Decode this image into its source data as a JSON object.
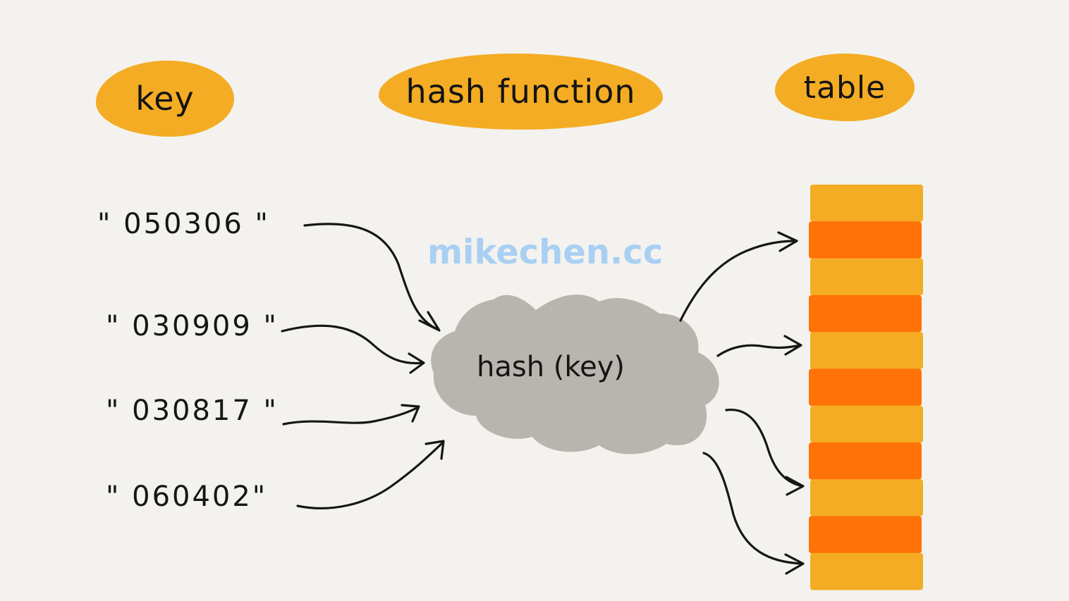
{
  "headers": {
    "key": "key",
    "hash_function": "hash function",
    "table": "table"
  },
  "keys": [
    "\" 050306 \"",
    "\" 030909 \"",
    "\" 030817 \"",
    "\" 060402\""
  ],
  "hash_label": "hash (key)",
  "watermark": "mikechen.cc",
  "table": {
    "rows": 11,
    "colors": [
      "#f4ac24",
      "#ff7207"
    ]
  },
  "colors": {
    "background": "#f3f2ee",
    "header_blob": "#f4ac24",
    "cloud": "#b8b5ae",
    "ink": "#141414",
    "watermark": "#a9cff3"
  }
}
